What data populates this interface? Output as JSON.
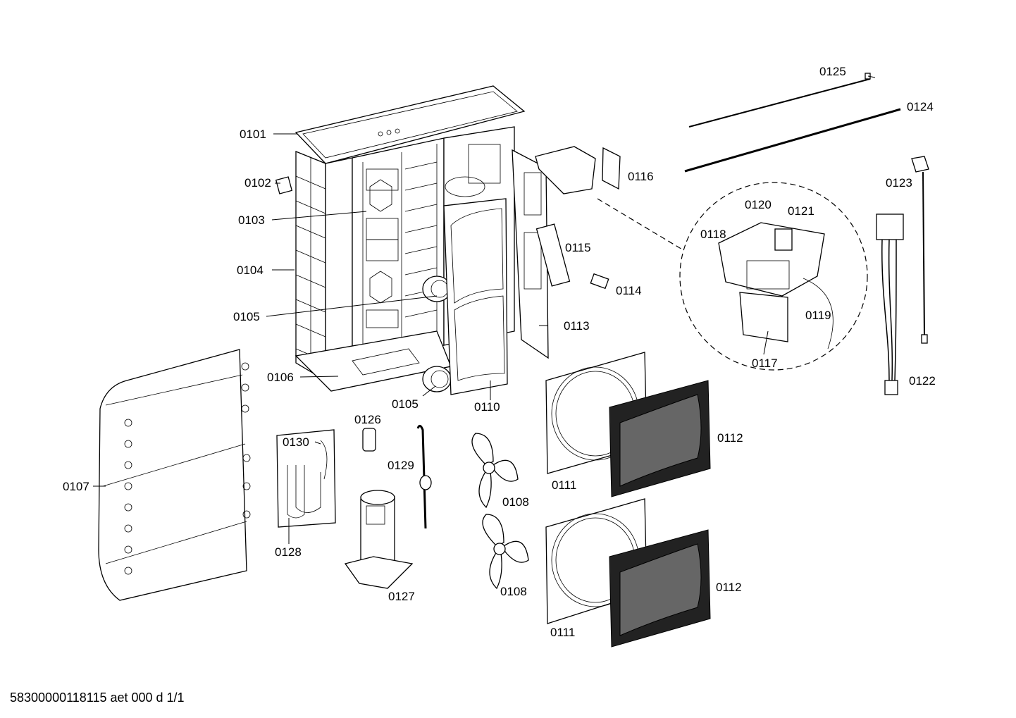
{
  "labels": {
    "l0101": "0101",
    "l0102": "0102",
    "l0103": "0103",
    "l0104": "0104",
    "l0105a": "0105",
    "l0105b": "0105",
    "l0106": "0106",
    "l0107": "0107",
    "l0108a": "0108",
    "l0108b": "0108",
    "l0110": "0110",
    "l0111a": "0111",
    "l0111b": "0111",
    "l0112a": "0112",
    "l0112b": "0112",
    "l0113": "0113",
    "l0114": "0114",
    "l0115": "0115",
    "l0116": "0116",
    "l0117": "0117",
    "l0118": "0118",
    "l0119": "0119",
    "l0120": "0120",
    "l0121": "0121",
    "l0122": "0122",
    "l0123": "0123",
    "l0124": "0124",
    "l0125": "0125",
    "l0126": "0126",
    "l0127": "0127",
    "l0128": "0128",
    "l0129": "0129",
    "l0130": "0130"
  },
  "footer": "58300000118115 aet 000 d 1/1"
}
